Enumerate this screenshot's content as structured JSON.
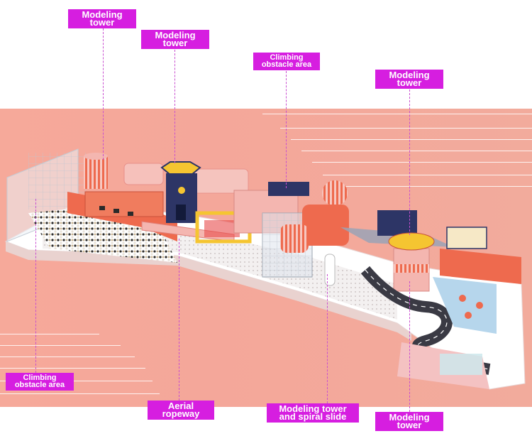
{
  "labels": {
    "tower_top_left": {
      "line1": "Modeling",
      "line2": "tower"
    },
    "tower_top_center": {
      "line1": "Modeling",
      "line2": "tower"
    },
    "climbing_top": {
      "line1": "Climbing",
      "line2": "obstacle area"
    },
    "tower_top_right": {
      "line1": "Modeling",
      "line2": "tower"
    },
    "climbing_bottom_left": {
      "line1": "Climbing",
      "line2": "obstacle area"
    },
    "aerial_ropeway": {
      "line1": "Aerial",
      "line2": "ropeway"
    },
    "tower_spiral": {
      "line1": "Modeling tower",
      "line2": "and spiral slide"
    },
    "tower_bottom_right": {
      "line1": "Modeling",
      "line2": "tower"
    }
  },
  "colors": {
    "label_bg": "#d61ee0",
    "label_text": "#ffffff",
    "leader_line": "#c94fd0",
    "band": "#f6a99a",
    "playground_orange": "#ee6a4e",
    "playground_pink": "#f4b6b0",
    "tower_navy": "#2d3566",
    "accent_yellow": "#f5c531"
  }
}
